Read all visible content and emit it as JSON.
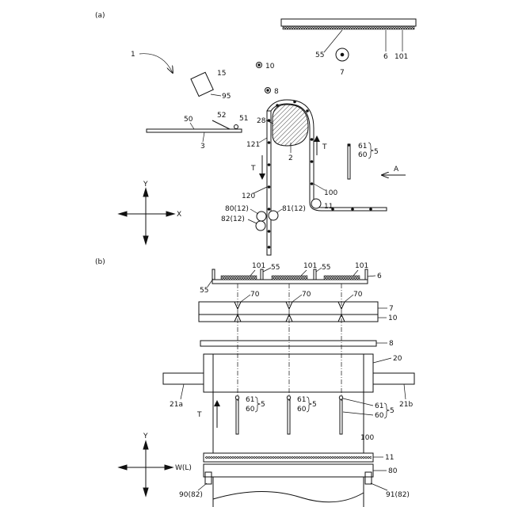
{
  "panels": {
    "a": "(a)",
    "b": "(b)"
  },
  "labels_a": {
    "n1": "1",
    "n15": "15",
    "n95": "95",
    "n10": "10",
    "n8": "8",
    "n55": "55",
    "n7": "7",
    "n6": "6",
    "n101": "101",
    "n50": "50",
    "n52": "52",
    "n51": "51",
    "n3": "3",
    "n28": "28",
    "n121": "121",
    "n2": "2",
    "T_up": "T",
    "T_down": "T",
    "n61": "61",
    "n60": "60",
    "n5": "5",
    "A": "A",
    "n120": "120",
    "n100": "100",
    "n11": "11",
    "n80_12": "80(12)",
    "n81_12": "81(12)",
    "n82_12": "82(12)",
    "Y": "Y",
    "X": "X"
  },
  "labels_b": {
    "n101_1": "101",
    "n101_2": "101",
    "n101_3": "101",
    "n55_1": "55",
    "n55_2": "55",
    "n55_3": "55",
    "n6": "6",
    "n70_1": "70",
    "n70_2": "70",
    "n70_3": "70",
    "n7": "7",
    "n10": "10",
    "n8": "8",
    "n20": "20",
    "n21a": "21a",
    "n21b": "21b",
    "T": "T",
    "n61_1": "61",
    "n60_1": "60",
    "n5_1": "5",
    "n61_2": "61",
    "n60_2": "60",
    "n5_2": "5",
    "n61_3": "61",
    "n60_3": "60",
    "n5_3": "5",
    "n100": "100",
    "n11": "11",
    "n80": "80",
    "n90_82": "90(82)",
    "n91_82": "91(82)",
    "Y": "Y",
    "W": "W(L)"
  }
}
